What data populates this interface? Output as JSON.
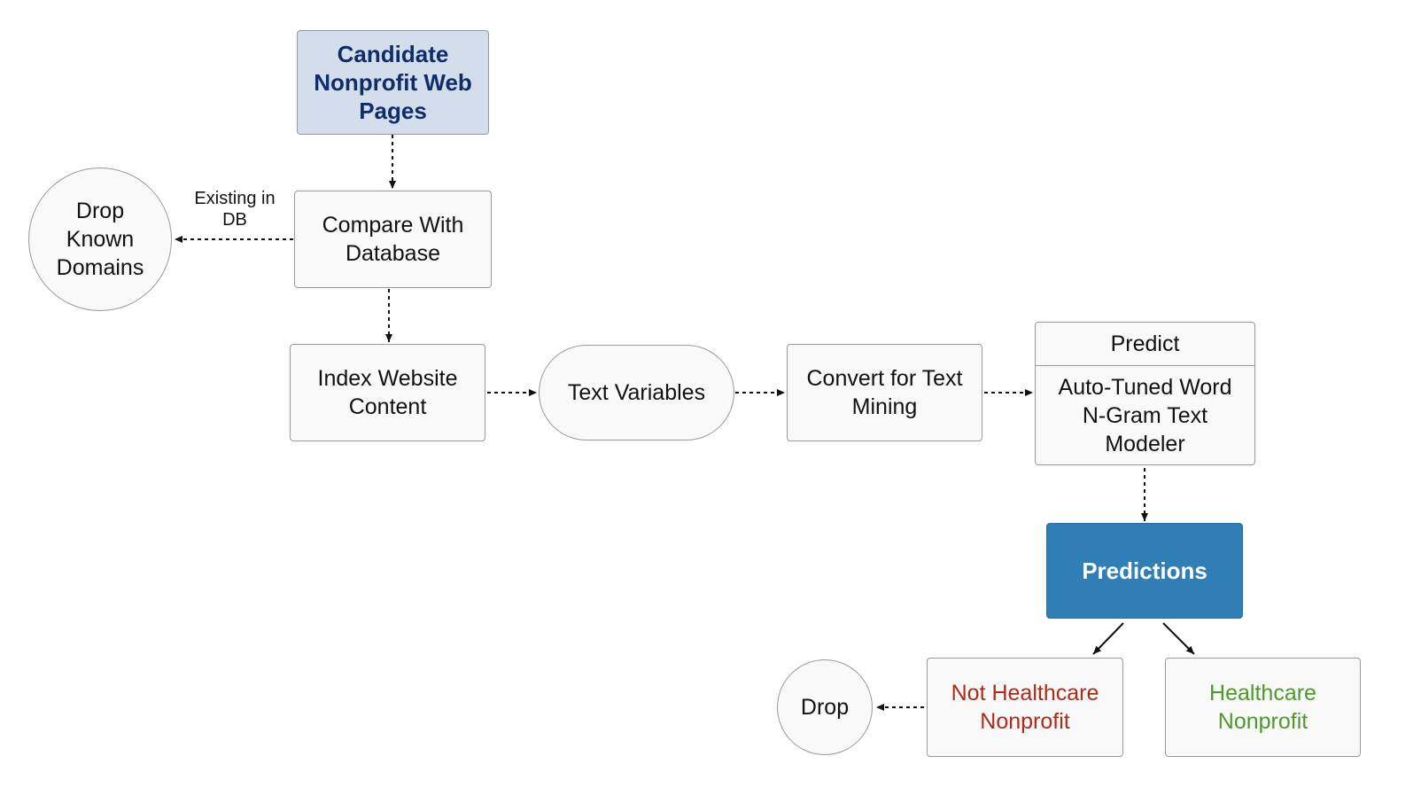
{
  "nodes": {
    "candidate_pages": {
      "label": "Candidate\nNonprofit Web\nPages",
      "color": "#0e2d6b"
    },
    "compare_db": {
      "label": "Compare With\nDatabase"
    },
    "drop_known": {
      "label": "Drop\nKnown\nDomains"
    },
    "index_content": {
      "label": "Index Website\nContent"
    },
    "text_variables": {
      "label": "Text Variables"
    },
    "convert_text": {
      "label": "Convert for Text\nMining"
    },
    "predict": {
      "header": "Predict",
      "body": "Auto-Tuned Word\nN-Gram Text\nModeler"
    },
    "predictions": {
      "label": "Predictions",
      "color": "#ffffff"
    },
    "not_healthcare": {
      "label": "Not Healthcare\nNonprofit",
      "color": "#b02a18"
    },
    "healthcare": {
      "label": "Healthcare\nNonprofit",
      "color": "#4c9a2a"
    },
    "drop": {
      "label": "Drop"
    }
  },
  "edge_labels": {
    "existing_in_db": "Existing in\nDB"
  }
}
